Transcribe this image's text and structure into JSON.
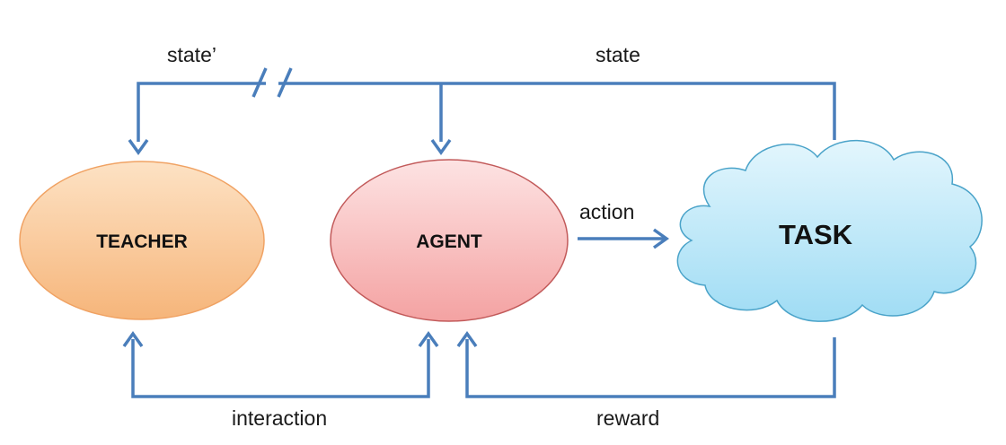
{
  "nodes": {
    "teacher": {
      "label": "TEACHER",
      "fill_top": "#fde2c4",
      "fill_bottom": "#f6b57a",
      "stroke": "#f0a263"
    },
    "agent": {
      "label": "AGENT",
      "fill_top": "#fde3e3",
      "fill_bottom": "#f4a2a2",
      "stroke": "#c25a5a"
    },
    "task": {
      "label": "TASK",
      "fill_top": "#e3f6fd",
      "fill_bottom": "#9fdcf4",
      "stroke": "#4aa3c9"
    }
  },
  "edges": {
    "state_prime": "state’",
    "state": "state",
    "action": "action",
    "interaction": "interaction",
    "reward": "reward"
  },
  "colors": {
    "arrow": "#4a7ebb"
  }
}
